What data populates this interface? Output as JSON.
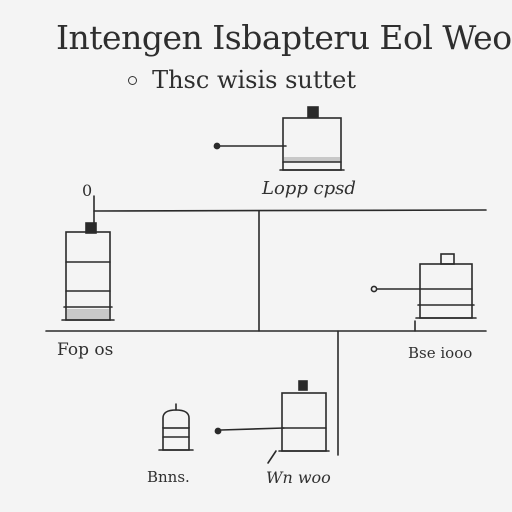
{
  "diagram": {
    "title": "Intengen Isbapteru Eol Weoe",
    "subtitle": "Thsc wisis suttet",
    "labels": {
      "top_unit": "Lopp cpsd",
      "left_number": "0",
      "left_unit": "Fop os",
      "right_unit": "Bse iooo",
      "bottom_left_unit": "Bnns.",
      "bottom_right_unit": "Wn woo"
    },
    "colors": {
      "ink": "#2a2a2a",
      "background": "#f4f4f4",
      "shading": "#c8c8c8"
    }
  }
}
